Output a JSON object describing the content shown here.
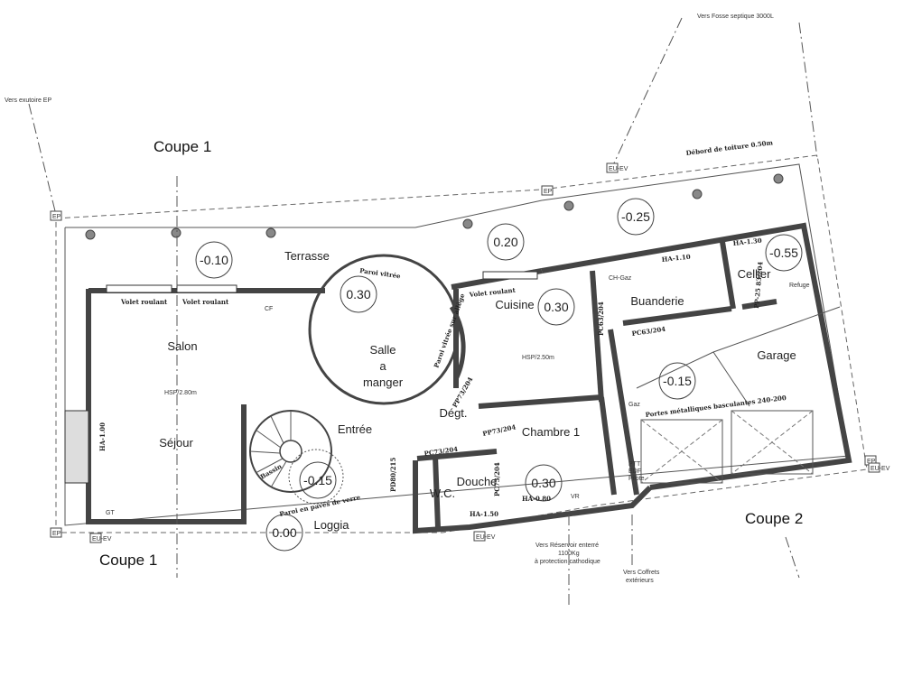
{
  "rooms": {
    "terrasse": "Terrasse",
    "salon": "Salon",
    "sejour": "Séjour",
    "salle": "Salle",
    "salle_a": "a",
    "salle_manger": "manger",
    "cuisine": "Cuisine",
    "buanderie": "Buanderie",
    "cellier": "Cellier",
    "garage": "Garage",
    "entree": "Entrée",
    "degt": "Dégt.",
    "chambre1": "Chambre 1",
    "wc": "W.C.",
    "douche": "Douche",
    "loggia": "Loggia"
  },
  "levels": {
    "terrasse": "-0.10",
    "salle": "0.30",
    "cuisine_n": "0.20",
    "cuisine": "0.30",
    "top_right": "-0.25",
    "cellier": "-0.55",
    "garage": "-0.15",
    "escalier": "-0.15",
    "chambre": "0.30",
    "loggia": "0.00"
  },
  "labels": {
    "coupe1_top": "Coupe 1",
    "coupe1_bottom": "Coupe 1",
    "coupe2": "Coupe 2",
    "fosse": "Vers Fosse septique 3000L",
    "exutoire": "Vers exutoire EP",
    "debord": "Débord de toiture 0.50m",
    "paroi_vitree": "Paroi vitrée",
    "paroi_vitree_allege": "Paroi vitrée sur allège",
    "volet1": "Volet roulant",
    "volet2": "Volet roulant",
    "volet3": "Volet roulant",
    "hsp_salon": "HSP/2.80m",
    "hsp_cuisine": "HSP/2.50m",
    "ha_salon": "HA-1.00",
    "ha_buanderie": "HA-1.10",
    "ha_cellier": "HA-1.30",
    "ha_wc": "HA-1.50",
    "ha_chambre": "HA-0.80",
    "ch_gaz": "CH-Gaz",
    "refuge": "Refuge",
    "cf": "CF",
    "gt": "GT",
    "gaz": "Gaz",
    "vr": "VR",
    "ptt": "PTT",
    "edf": "EDF",
    "pilote": "Pilote",
    "portes": "Portes métalliques basculantes 240-200",
    "bassin": "Bassin",
    "paroi_paves": "Paroi en pavés de verre",
    "pc_bu": "PC63/204",
    "pc_bu2": "PC63/204",
    "pp_degt": "PP73/204",
    "pp_chambre": "PP73/204",
    "pc_wc": "PC73/204",
    "pc_douche": "PC73/204",
    "pd_loggia": "PD80/215",
    "pp_cellier": "PP-25 83/204",
    "reservoir": "Vers Réservoir enterré 1100Kg à protection cathodique",
    "reservoir_l1": "Vers Réservoir enterré",
    "reservoir_l2": "1100Kg",
    "reservoir_l3": "à protection cathodique",
    "coffrets_l1": "Vers Coffrets",
    "coffrets_l2": "extérieurs",
    "ep": "EP",
    "euev": "EU-EV"
  }
}
